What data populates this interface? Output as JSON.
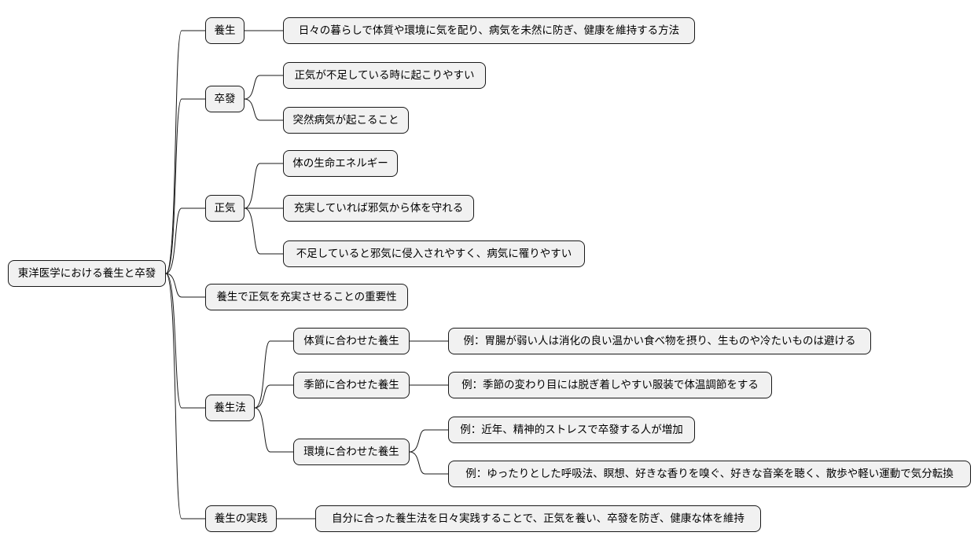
{
  "mindmap": {
    "root": "東洋医学における養生と卒發",
    "branches": [
      {
        "label": "養生",
        "children": [
          {
            "label": "日々の暮らしで体質や環境に気を配り、病気を未然に防ぎ、健康を維持する方法"
          }
        ]
      },
      {
        "label": "卒發",
        "children": [
          {
            "label": "正気が不足している時に起こりやすい"
          },
          {
            "label": "突然病気が起こること"
          }
        ]
      },
      {
        "label": "正気",
        "children": [
          {
            "label": "体の生命エネルギー"
          },
          {
            "label": "充実していれば邪気から体を守れる"
          },
          {
            "label": "不足していると邪気に侵入されやすく、病気に罹りやすい"
          }
        ]
      },
      {
        "label": "養生で正気を充実させることの重要性"
      },
      {
        "label": "養生法",
        "children": [
          {
            "label": "体質に合わせた養生",
            "children": [
              {
                "label": "例：胃腸が弱い人は消化の良い温かい食べ物を摂り、生ものや冷たいものは避ける"
              }
            ]
          },
          {
            "label": "季節に合わせた養生",
            "children": [
              {
                "label": "例：季節の変わり目には脱ぎ着しやすい服装で体温調節をする"
              }
            ]
          },
          {
            "label": "環境に合わせた養生",
            "children": [
              {
                "label": "例：近年、精神的ストレスで卒發する人が増加"
              },
              {
                "label": "例：ゆったりとした呼吸法、瞑想、好きな香りを嗅ぐ、好きな音楽を聴く、散歩や軽い運動で気分転換"
              }
            ]
          }
        ]
      },
      {
        "label": "養生の実践",
        "children": [
          {
            "label": "自分に合った養生法を日々実践することで、正気を養い、卒發を防ぎ、健康な体を維持"
          }
        ]
      }
    ]
  }
}
